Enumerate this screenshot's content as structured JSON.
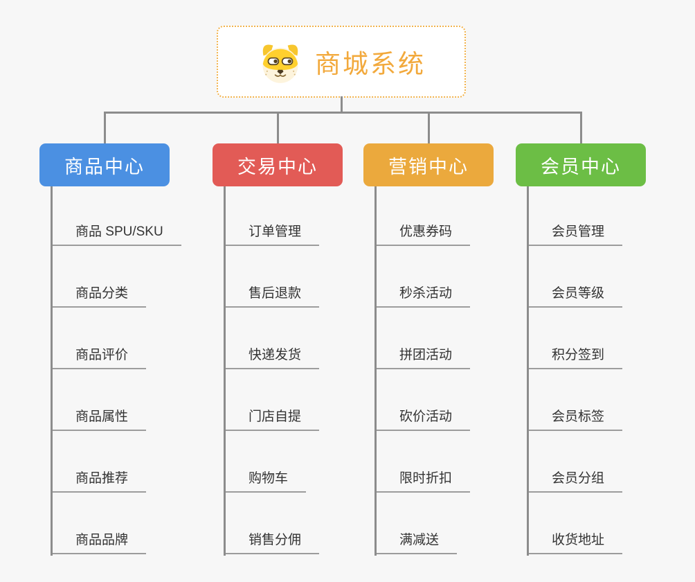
{
  "root": {
    "title": "商城系统",
    "icon": "shiba-dog-icon"
  },
  "branches": [
    {
      "label": "商品中心",
      "color": "#4b90e2",
      "items": [
        "商品 SPU/SKU",
        "商品分类",
        "商品评价",
        "商品属性",
        "商品推荐",
        "商品品牌"
      ]
    },
    {
      "label": "交易中心",
      "color": "#e25b56",
      "items": [
        "订单管理",
        "售后退款",
        "快递发货",
        "门店自提",
        "购物车",
        "销售分佣"
      ]
    },
    {
      "label": "营销中心",
      "color": "#eba93d",
      "items": [
        "优惠券码",
        "秒杀活动",
        "拼团活动",
        "砍价活动",
        "限时折扣",
        "满减送"
      ]
    },
    {
      "label": "会员中心",
      "color": "#6cbe45",
      "items": [
        "会员管理",
        "会员等级",
        "积分签到",
        "会员标签",
        "会员分组",
        "收货地址"
      ]
    }
  ],
  "colors": {
    "background": "#f7f7f7",
    "connector": "#8c8c8c",
    "leaf_underline": "#9c9c9c",
    "leaf_text": "#333333",
    "root_accent": "#f2a93c",
    "root_border": "#f2b34c"
  }
}
